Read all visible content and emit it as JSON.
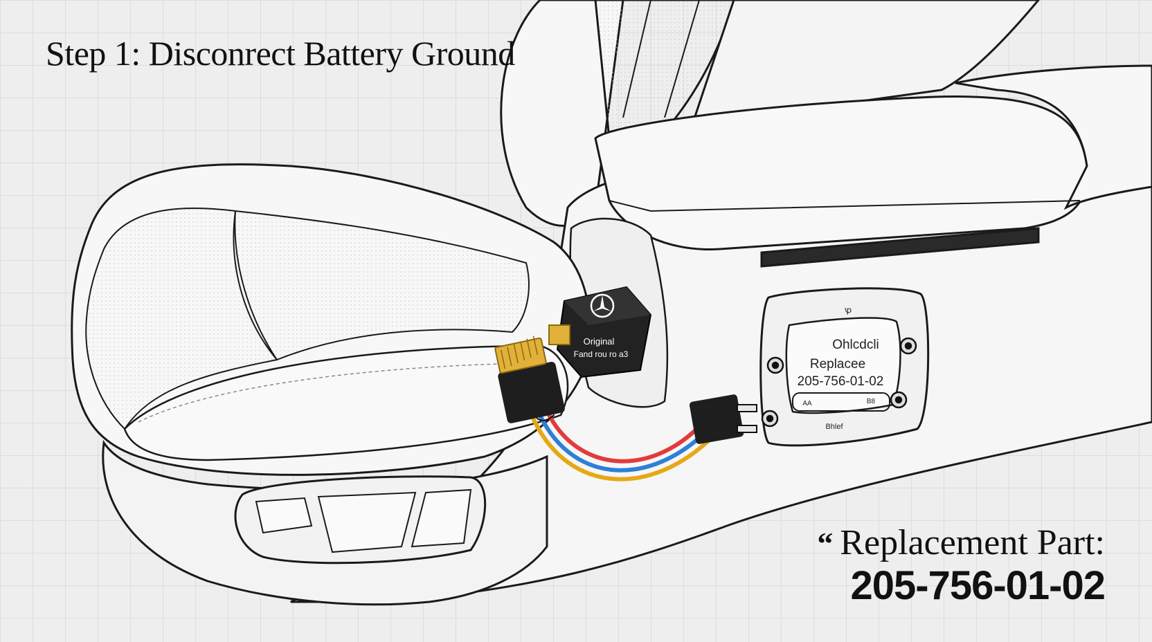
{
  "title": "Step 1: Disconrect Battery Ground",
  "module_label": {
    "line1": "Original",
    "line2": "Fand rou ro a3"
  },
  "panel": {
    "top_mark": "ꝕ",
    "line1": "Ohlcdcli",
    "line2": "Replacee",
    "line3": "205-756-01-02",
    "left_code": "AA",
    "right_code": "B8",
    "footer": "Bhlef"
  },
  "callout": {
    "quote_mark": "“",
    "label": "Replacement Part:",
    "part_number": "205-756-01-02"
  },
  "wire_colors": {
    "red": "#e23b3b",
    "blue": "#2e7fd6",
    "yellow": "#e6a817"
  },
  "icons": [
    "mercedes-star-icon",
    "screw-icon"
  ]
}
